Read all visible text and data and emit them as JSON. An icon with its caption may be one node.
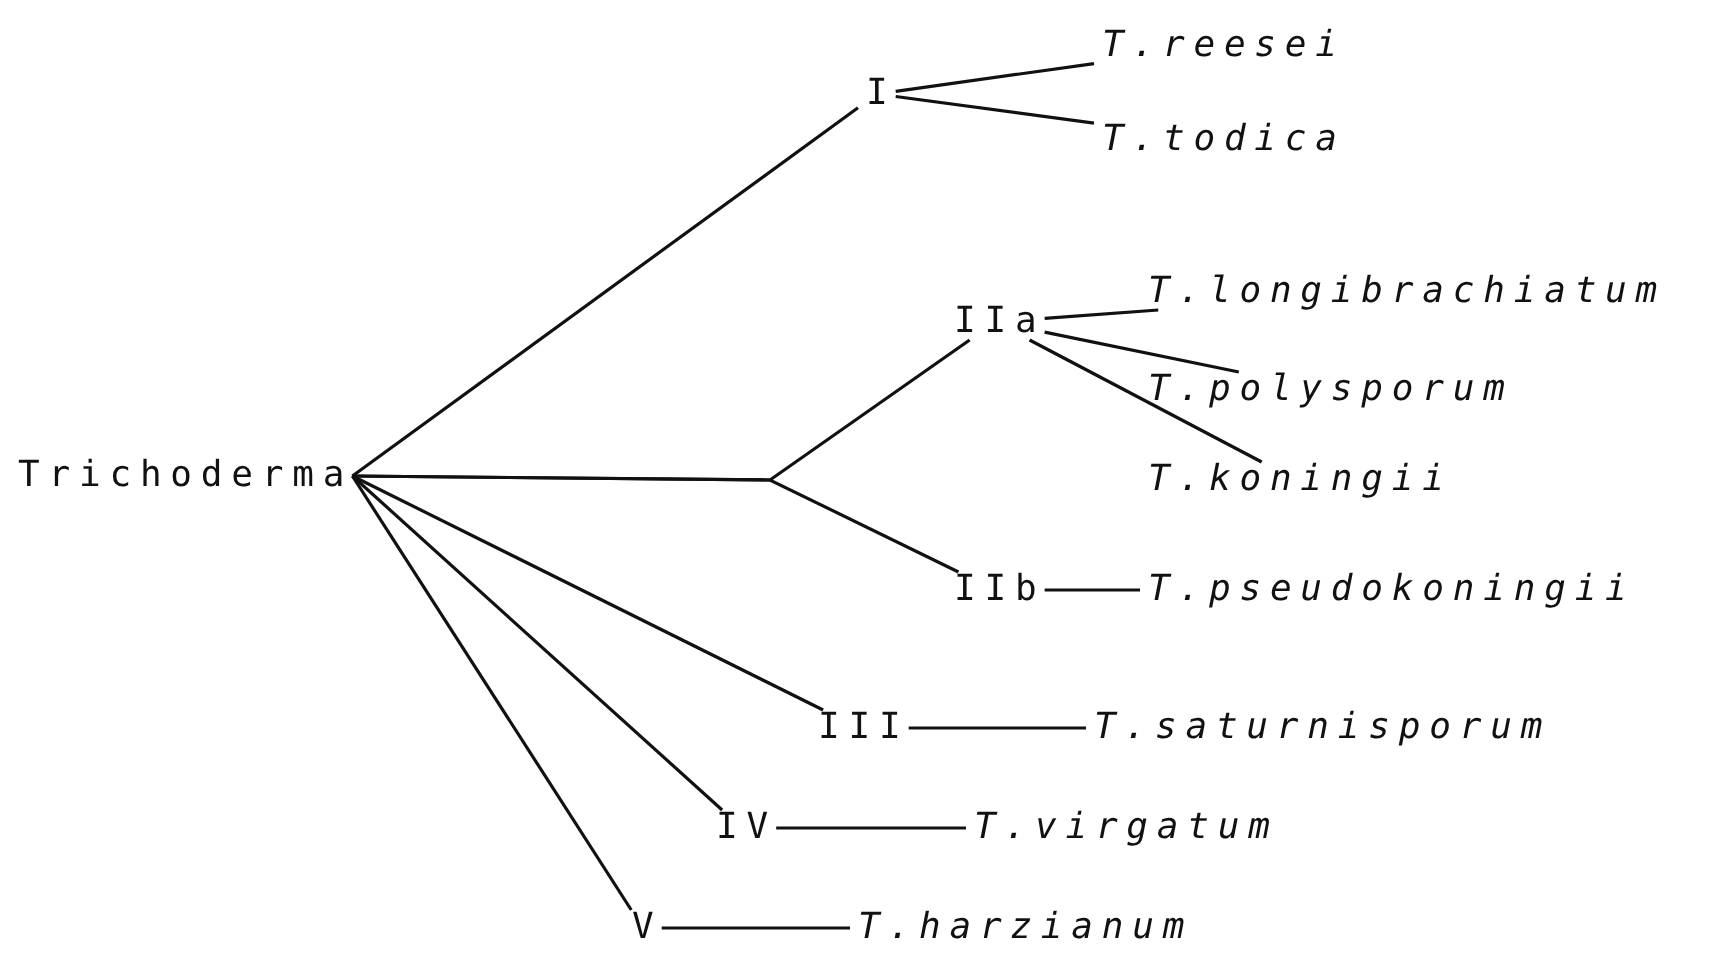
{
  "diagram": {
    "nodes": [
      {
        "text": [
          "Trichoderma"
        ]
      },
      {
        "text": [
          "I"
        ]
      },
      {
        "text": [
          "T.reesei"
        ]
      },
      {
        "text": [
          "T.todica"
        ]
      },
      {
        "text": [
          "IIa"
        ]
      },
      {
        "text": [
          "T.longibrachiatum"
        ]
      },
      {
        "text": [
          "T.polysporum"
        ]
      },
      {
        "text": [
          "T.koningii"
        ]
      },
      {
        "text": [
          "IIb"
        ]
      },
      {
        "text": [
          "T.pseudokoningii"
        ]
      },
      {
        "text": [
          "III"
        ]
      },
      {
        "text": [
          "T.saturnisporum"
        ]
      },
      {
        "text": [
          "IV"
        ]
      },
      {
        "text": [
          "T.virgatum"
        ]
      },
      {
        "text": [
          "V"
        ]
      },
      {
        "text": [
          "T.harzianum"
        ]
      }
    ],
    "edges": [
      {
        "from": 0,
        "to": 1,
        "arrow": "none"
      },
      {
        "from": 0,
        "to": 4,
        "arrow": "none"
      },
      {
        "from": 0,
        "to": 8,
        "arrow": "none"
      },
      {
        "from": 0,
        "to": 10,
        "arrow": "none"
      },
      {
        "from": 0,
        "to": 12,
        "arrow": "none"
      },
      {
        "from": 0,
        "to": 14,
        "arrow": "none"
      },
      {
        "from": 1,
        "to": 2,
        "arrow": "none"
      },
      {
        "from": 1,
        "to": 3,
        "arrow": "none"
      },
      {
        "from": 4,
        "to": 5,
        "arrow": "none"
      },
      {
        "from": 4,
        "to": 6,
        "arrow": "none"
      },
      {
        "from": 4,
        "to": 7,
        "arrow": "none"
      },
      {
        "from": 8,
        "to": 9,
        "arrow": "none"
      },
      {
        "from": 10,
        "to": 11,
        "arrow": "none"
      },
      {
        "from": 12,
        "to": 13,
        "arrow": "none"
      },
      {
        "from": 14,
        "to": 15,
        "arrow": "none"
      }
    ]
  }
}
